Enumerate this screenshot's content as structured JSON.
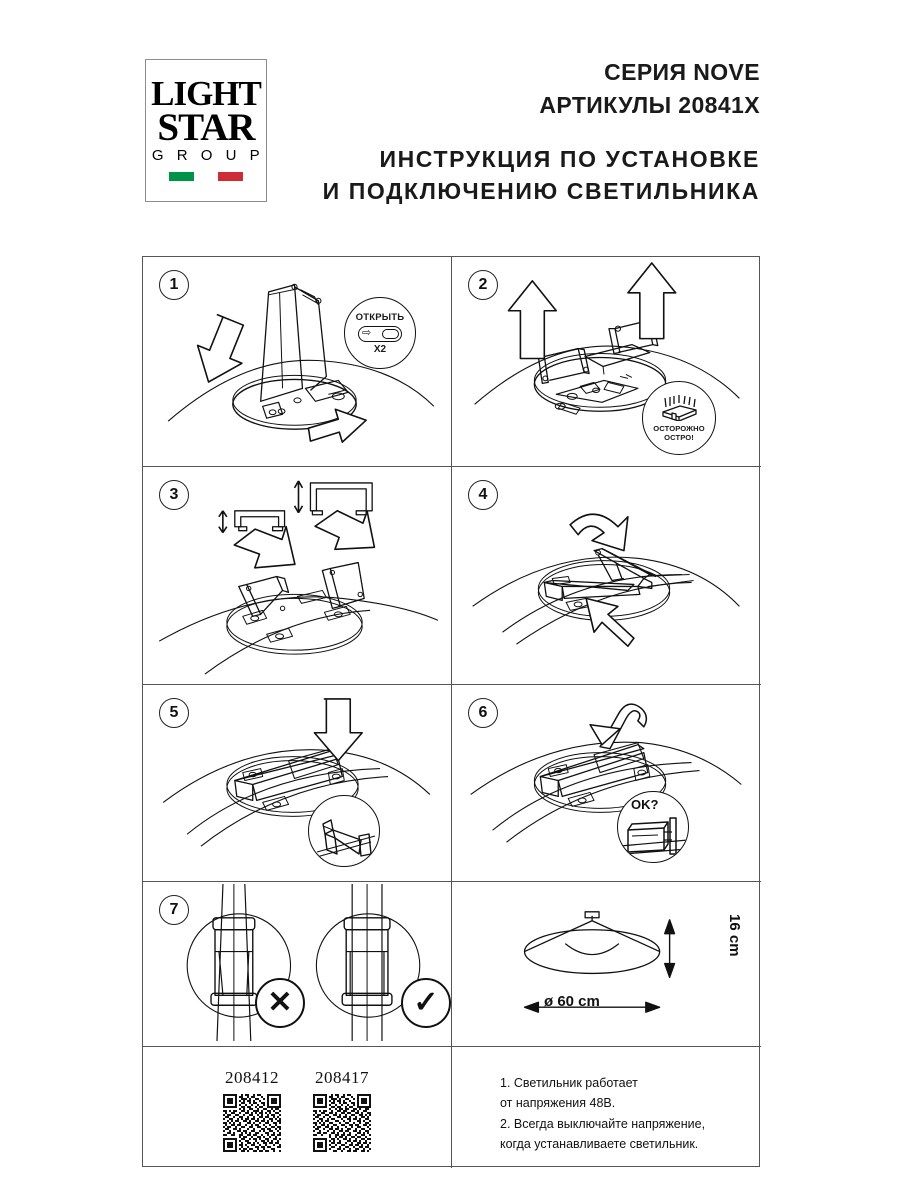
{
  "header": {
    "logo": {
      "line1": "LIGHT",
      "line2": "STAR",
      "line3": "G R O U P",
      "flag_colors": [
        "#009246",
        "#ffffff",
        "#ce2b37"
      ]
    },
    "series_line": "СЕРИЯ NOVE",
    "article_line": "АРТИКУЛЫ 20841X",
    "title_line1": "ИНСТРУКЦИЯ ПО УСТАНОВКЕ",
    "title_line2": "И ПОДКЛЮЧЕНИЮ СВЕТИЛЬНИКА"
  },
  "steps": [
    {
      "number": "1",
      "badge": {
        "label": "ОТКРЫТЬ",
        "count": "X2",
        "icon": "slider-unlock-icon"
      }
    },
    {
      "number": "2",
      "badge": {
        "line1": "ОСТОРОЖНО",
        "line2": "ОСТРО!",
        "icon": "sharp-pins-icon"
      }
    },
    {
      "number": "3"
    },
    {
      "number": "4"
    },
    {
      "number": "5",
      "badge": {
        "icon": "clip-detail-icon"
      }
    },
    {
      "number": "6",
      "badge": {
        "label": "OK?",
        "icon": "clip-ok-detail-icon"
      }
    },
    {
      "number": "7",
      "marks": {
        "wrong": "✕",
        "right": "✓"
      }
    }
  ],
  "dimensions": {
    "diameter": "ø 60 cm",
    "height": "16 cm"
  },
  "qr_codes": [
    {
      "label": "208412"
    },
    {
      "label": "208417"
    }
  ],
  "notes": {
    "line1": "1. Светильник работает",
    "line2": "от напряжения 48В.",
    "line3": "2. Всегда выключайте напряжение,",
    "line4": "когда устанавливаете светильник."
  },
  "colors": {
    "ink": "#1a1a1a",
    "border": "#555555",
    "flag_green": "#009246",
    "flag_red": "#ce2b37"
  }
}
